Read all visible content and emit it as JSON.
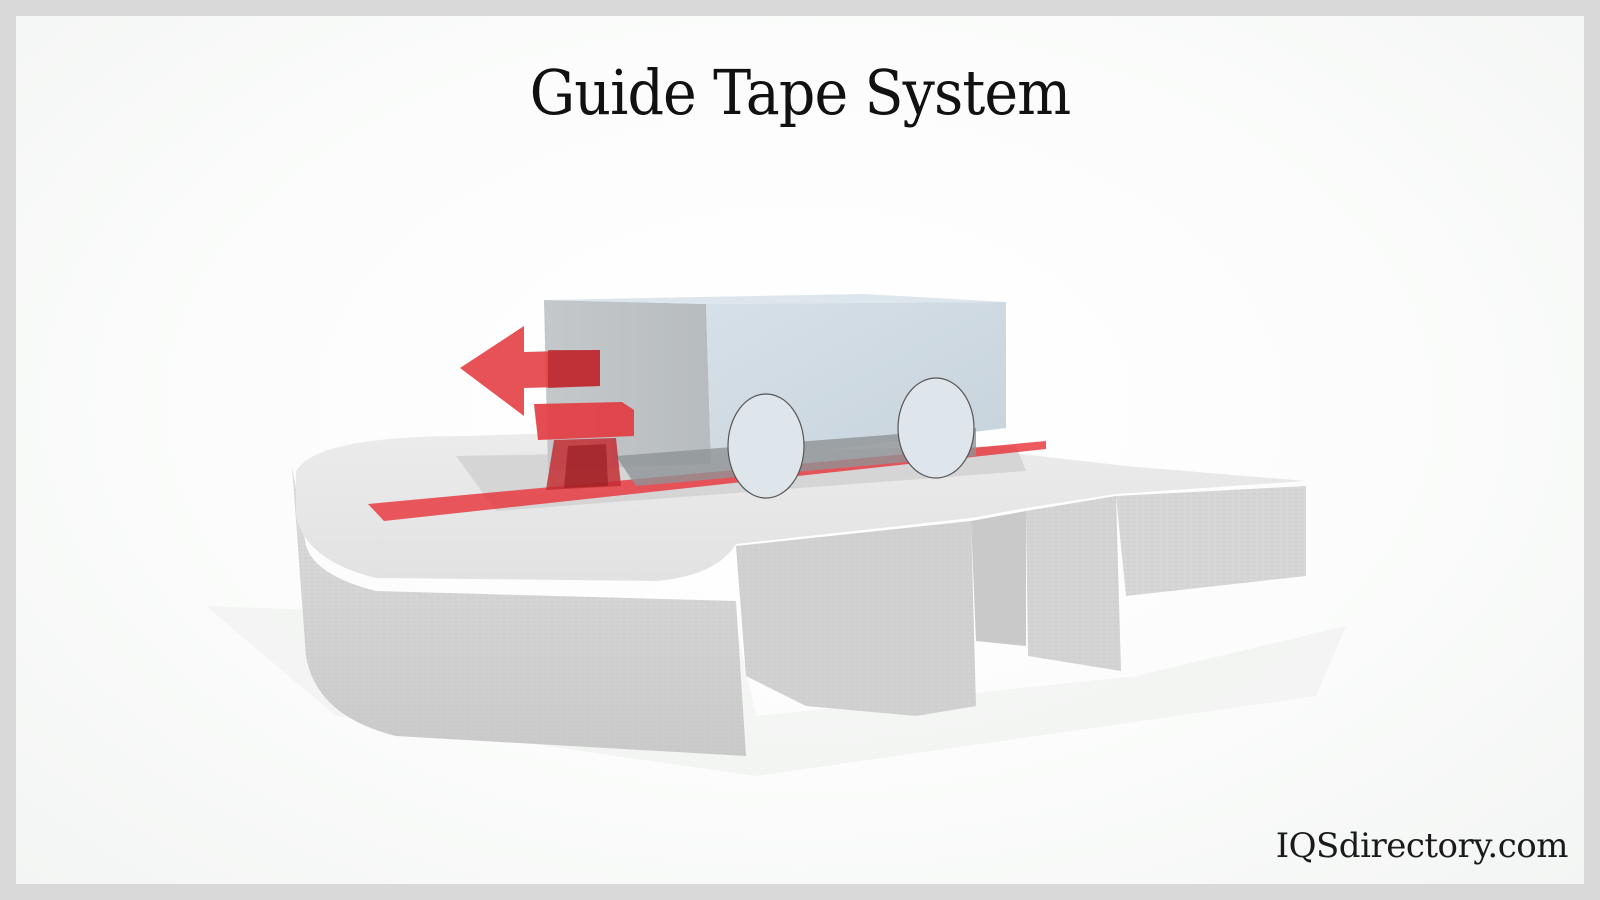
{
  "diagram": {
    "title": "Guide Tape System",
    "watermark": "IQSdirectory.com",
    "elements": {
      "vehicle": "Automated guided vehicle (box body with two visible wheels)",
      "direction_arrow": "Red arrow pointing left (direction of travel)",
      "sensor": "Red guide tape sensor mounted at front of vehicle",
      "guide_tape": "Red guide tape strip on floor",
      "floor": "Gray concrete floor slab with stepped edge"
    },
    "colors": {
      "frame": "#d9d9d9",
      "background": "#ffffff",
      "tape_red": "#e8353a",
      "vehicle_body": "#d3dde4",
      "floor_gray": "#d8d9d8"
    }
  }
}
